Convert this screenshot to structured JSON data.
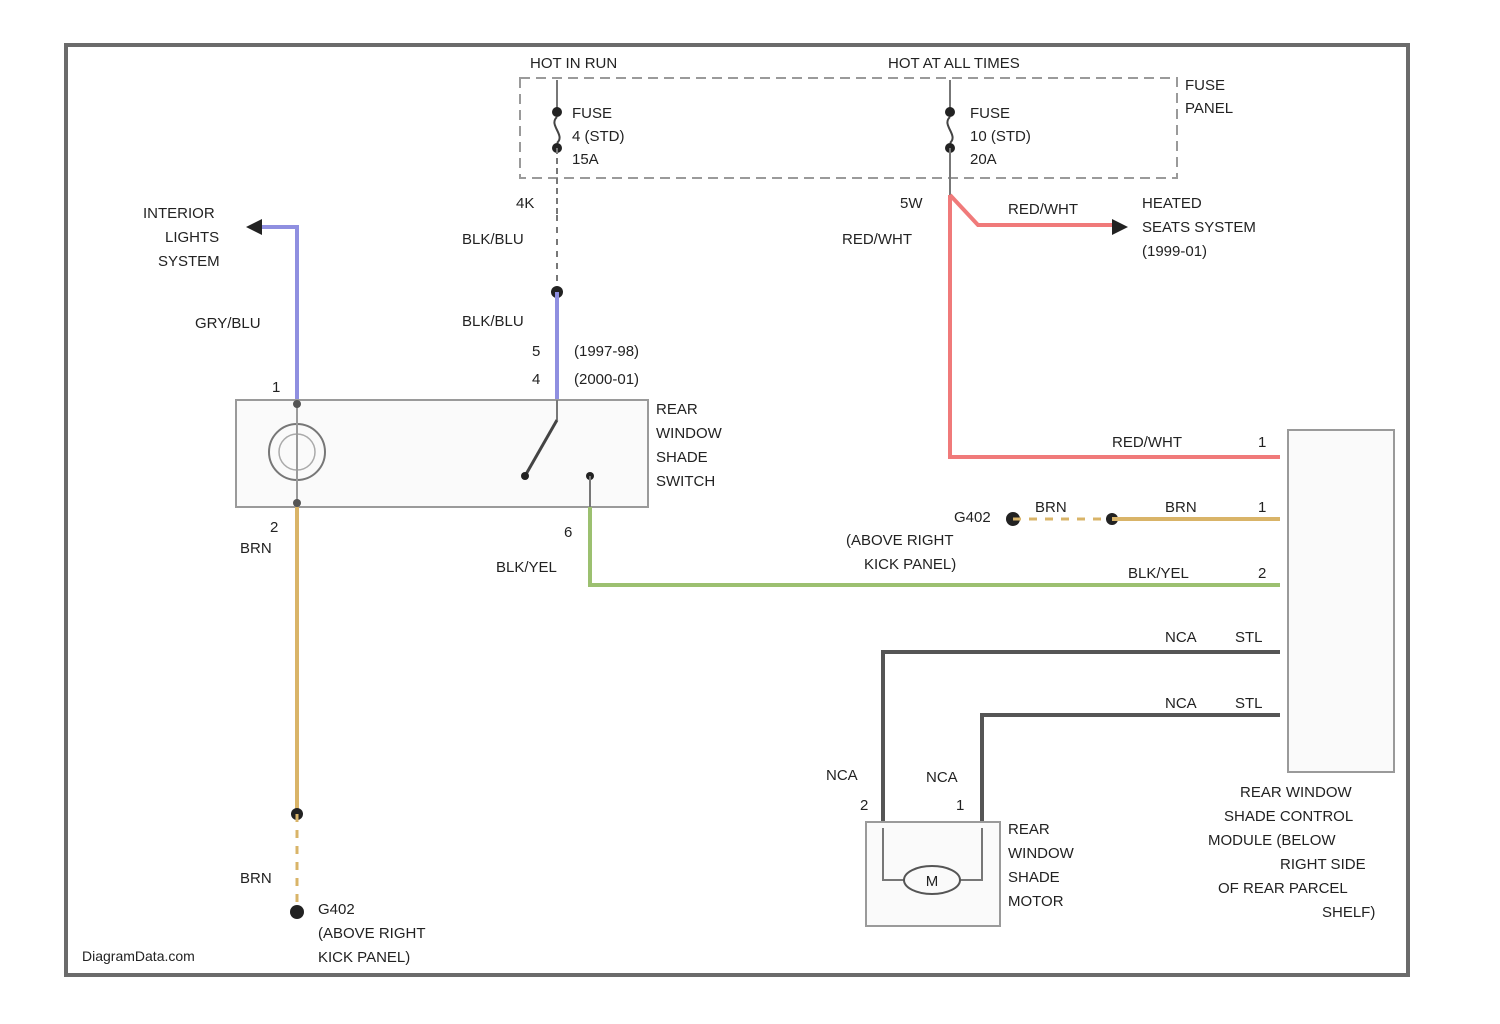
{
  "power": {
    "hot_in_run": "HOT IN RUN",
    "hot_at_all_times": "HOT AT ALL TIMES",
    "fuse_panel": [
      "FUSE",
      "PANEL"
    ],
    "fuse_a": [
      "FUSE",
      "4 (STD)",
      "15A"
    ],
    "fuse_b": [
      "FUSE",
      "10 (STD)",
      "20A"
    ],
    "terminal_a": "4K",
    "terminal_b": "5W"
  },
  "wires": {
    "blk_blu_1": "BLK/BLU",
    "blk_blu_2": "BLK/BLU",
    "pin5_note": "(1997-98)",
    "pin4_note": "(2000-01)",
    "gry_blu": "GRY/BLU",
    "brn": "BRN",
    "brn_bottom": "BRN",
    "blk_yel": "BLK/YEL",
    "red_wht_left": "RED/WHT",
    "red_wht_top": "RED/WHT",
    "red_wht_right": "RED/WHT",
    "brn_g402_1": "BRN",
    "brn_g402_2": "BRN",
    "blk_yel_right": "BLK/YEL",
    "nca_1": "NCA",
    "nca_2": "NCA",
    "nca_3": "NCA",
    "nca_4": "NCA",
    "stl_1": "STL",
    "stl_2": "STL"
  },
  "components": {
    "interior_lights": [
      "INTERIOR",
      "LIGHTS",
      "SYSTEM"
    ],
    "heated_seats": [
      "HEATED",
      "SEATS SYSTEM",
      "(1999-01)"
    ],
    "switch_label": [
      "REAR",
      "WINDOW",
      "SHADE",
      "SWITCH"
    ],
    "ground_left": [
      "G402",
      "(ABOVE RIGHT",
      "KICK PANEL)"
    ],
    "ground_right": [
      "G402",
      "(ABOVE RIGHT",
      "KICK PANEL)"
    ],
    "motor_label": [
      "REAR",
      "WINDOW",
      "SHADE",
      "MOTOR"
    ],
    "motor_symbol": "M",
    "module_label": [
      "REAR WINDOW",
      "SHADE CONTROL",
      "MODULE (BELOW",
      "RIGHT SIDE",
      "OF REAR PARCEL",
      "SHELF)"
    ]
  },
  "pins": {
    "sw_1": "1",
    "sw_2": "2",
    "sw_5": "5",
    "sw_4": "4",
    "sw_6": "6",
    "mod_a": "1",
    "mod_b": "1",
    "mod_c": "2",
    "mot_2": "2",
    "mot_1": "1"
  },
  "watermark": "DiagramData.com",
  "colors": {
    "frame": "#6b6b6b",
    "gry_blu": "#8f8fe0",
    "brn": "#d9b468",
    "blk_yel": "#9cc070",
    "red_wht": "#f07a7a",
    "nca": "#555555",
    "dashed": "#9a9a9a"
  }
}
